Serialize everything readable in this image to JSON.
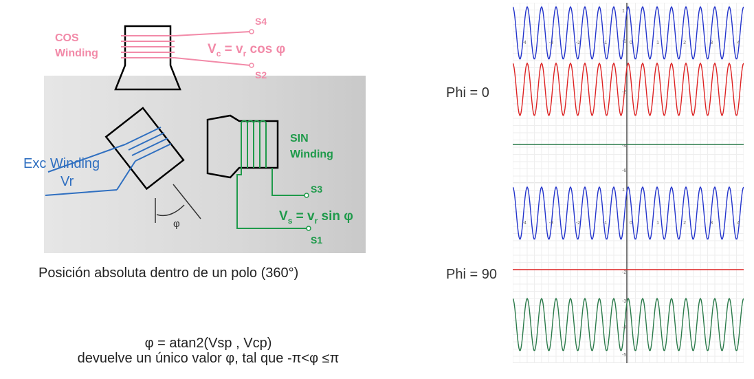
{
  "resolver": {
    "cos_label_line1": "COS",
    "cos_label_line2": "Winding",
    "s4": "S4",
    "s2": "S2",
    "vc_eq": "V",
    "vc_sub": "c",
    "vc_eq2": " = v",
    "vc_sub2": "r",
    "vc_eq3": " cos φ",
    "sin_label_line1": "SIN",
    "sin_label_line2": "Winding",
    "s3": "S3",
    "s1": "S1",
    "vs_eq": "V",
    "vs_sub": "s",
    "vs_eq2": " = v",
    "vs_sub2": "r",
    "vs_eq3": " sin φ",
    "exc_line1": "Exc Winding",
    "exc_line2": "Vr",
    "phi_symbol": "φ"
  },
  "caption": "Posición absoluta dentro de un polo (360°)",
  "formula": {
    "line1": "φ = atan2(Vsp , Vcp)",
    "line2": "devuelve un único valor φ, tal que -π<φ ≤π"
  },
  "phi_labels": [
    "Phi = 0",
    "Phi = 90"
  ],
  "colors": {
    "cos_pink": "#f28aa8",
    "sin_green": "#1e9a4a",
    "exc_blue": "#2f6fc0",
    "wave_blue": "#2233cc",
    "wave_red": "#dd2222",
    "wave_green": "#2a7a4a"
  },
  "chart_data": [
    {
      "type": "line",
      "label": "Phi = 0",
      "x_range": [
        -4.3,
        4.3
      ],
      "series": [
        {
          "color": "#2233cc",
          "amplitude": 1,
          "phase_deg": 0
        },
        {
          "color": "#dd2222",
          "amplitude": 1,
          "phase_deg": 0
        },
        {
          "color": "#2a7a4a",
          "amplitude": 0,
          "phase_deg": 0
        }
      ],
      "ytick_labels": [
        "1",
        "-1",
        "-2",
        "-4",
        "-6"
      ]
    },
    {
      "type": "line",
      "label": "Phi = 90",
      "x_range": [
        -4.3,
        4.3
      ],
      "series": [
        {
          "color": "#2233cc",
          "amplitude": 1,
          "phase_deg": 0
        },
        {
          "color": "#dd2222",
          "amplitude": 0,
          "phase_deg": 0
        },
        {
          "color": "#2a7a4a",
          "amplitude": 1,
          "phase_deg": 0
        }
      ],
      "ytick_labels": [
        "1",
        "-2",
        "-3",
        "-4",
        "-5"
      ]
    }
  ]
}
